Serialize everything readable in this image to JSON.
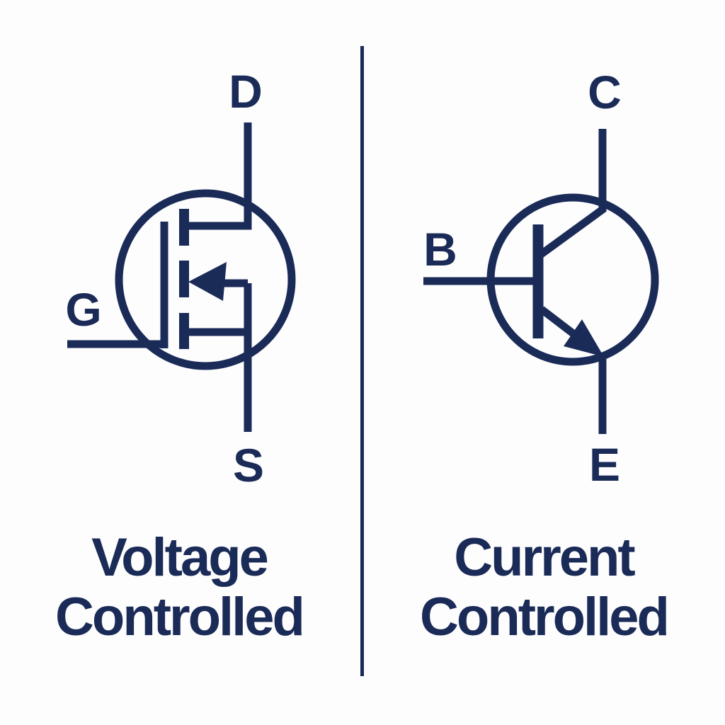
{
  "colors": {
    "ink": "#1b2b58",
    "background": "#fdfdfd"
  },
  "left_panel": {
    "symbol": "n-channel-mosfet-symbol",
    "terminal_top": "D",
    "terminal_left": "G",
    "terminal_bottom": "S",
    "caption_line1": "Voltage",
    "caption_line2": "Controlled"
  },
  "right_panel": {
    "symbol": "npn-bjt-symbol",
    "terminal_top": "C",
    "terminal_left": "B",
    "terminal_bottom": "E",
    "caption_line1": "Current",
    "caption_line2": "Controlled"
  }
}
